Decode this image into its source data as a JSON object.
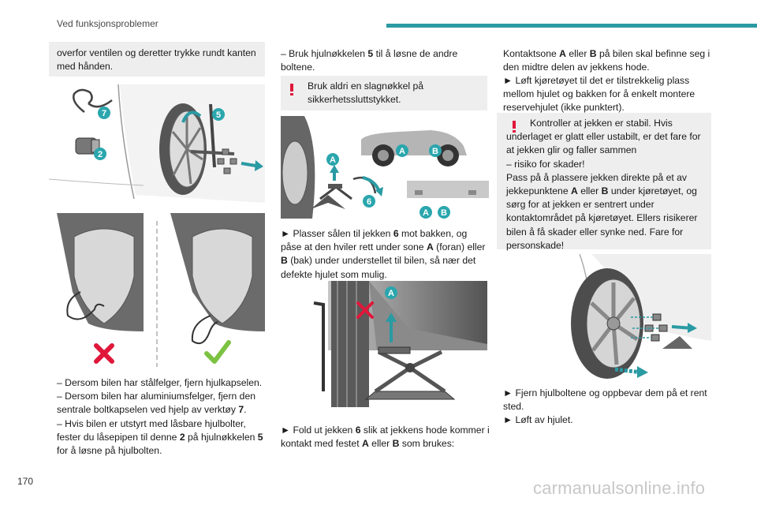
{
  "header": {
    "title": "Ved funksjonsproblemer"
  },
  "page_number": "170",
  "watermark": "carmanualsonline.info",
  "col1": {
    "note": "overfor ventilen og deretter trykke rundt kanten med hånden.",
    "fig1_labels": {
      "tool": "7",
      "lockpin": "2",
      "wrench": "5"
    },
    "bullets": [
      {
        "pre": "–  Dersom bilen har stålfelger, fjern hjulkapselen.",
        "b": "",
        "post": ""
      },
      {
        "pre": "–  Dersom bilen har aluminiumsfelger, fjern den sentrale boltkapselen ved hjelp av verktøy ",
        "b": "7",
        "post": "."
      },
      {
        "pre": "–  Hvis bilen er utstyrt med låsbare hjulbolter, fester du låsepipen til denne ",
        "b": "2",
        "post": " på hjulnøkkelen "
      }
    ],
    "bullet3_b2": "5",
    "bullet3_end": "for å løsne på hjulbolten."
  },
  "col2": {
    "p1_pre": "–  Bruk hjulnøkkelen ",
    "p1_b": "5",
    "p1_post": " til å løsne de andre boltene.",
    "warn1": "Bruk aldri en slagnøkkel på sikkerhetssluttstykket.",
    "fig3_labels": {
      "a": "A",
      "b": "B",
      "jack": "6"
    },
    "p2": {
      "t1": "►  Plasser sålen til jekken ",
      "b1": "6",
      "t2": " mot bakken, og påse at den hviler rett under sone ",
      "b2": "A",
      "t3": " (foran) eller ",
      "b3": "B",
      "t4": " (bak) under understellet til bilen, så nær det defekte hjulet som mulig."
    },
    "fig4_label": "A",
    "p3": {
      "t1": "►  Fold ut jekken ",
      "b1": "6",
      "t2": " slik at jekkens hode kommer i kontakt med festet ",
      "b2": "A",
      "t3": " eller ",
      "b3": "B",
      "t4": " som brukes:"
    }
  },
  "col3": {
    "p1": {
      "t1": "Kontaktsone ",
      "b1": "A",
      "t2": " eller ",
      "b2": "B",
      "t3": " på bilen skal befinne seg i den midtre delen av jekkens hode."
    },
    "p2": "►  Løft kjøretøyet til det er tilstrekkelig plass mellom hjulet og bakken for å enkelt montere reservehjulet (ikke punktert).",
    "warn2": {
      "l1": "Kontroller at jekken er stabil. Hvis underlaget er glatt eller ustabilt, er det fare for at jekken glir og faller sammen",
      "l2": "– risiko for skader!",
      "l3_pre": "Pass på å plassere jekken direkte på et av jekkepunktene ",
      "l3_b1": "A",
      "l3_mid": " eller ",
      "l3_b2": "B",
      "l3_post": " under kjøretøyet, og sørg for at jekken er sentrert under kontaktområdet på kjøretøyet. Ellers risikerer bilen å få skader eller synke ned. Fare for personskade!"
    },
    "p3": "►  Fjern hjulboltene og oppbevar dem på et rent sted.",
    "p4": "►  Løft av hjulet."
  },
  "colors": {
    "teal": "#2a9aa3",
    "red": "#e0173a",
    "green": "#7cc242",
    "badge": "#2aa6ad",
    "note_bg": "#eeeeee"
  }
}
